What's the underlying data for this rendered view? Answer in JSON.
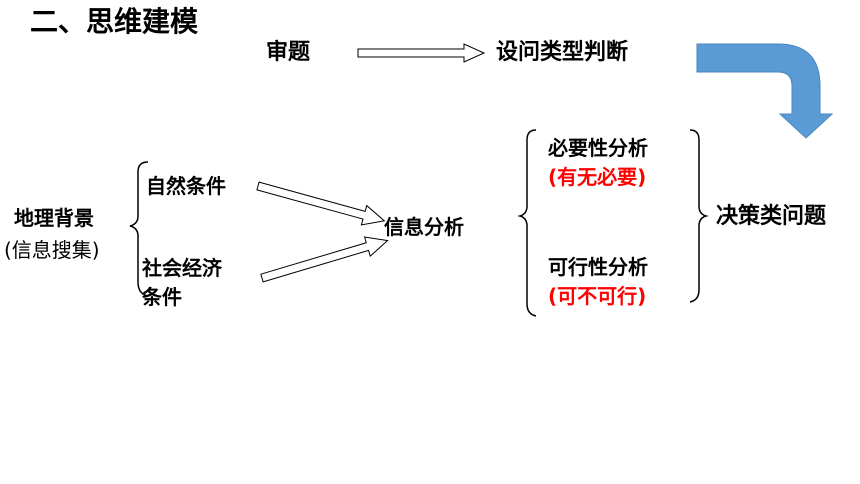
{
  "title": "二、思维建模",
  "step1": "审题",
  "step2": "设问类型判断",
  "background": {
    "label": "地理背景",
    "sub": "(信息搜集)",
    "natural": "自然条件",
    "social_line1": "社会经济",
    "social_line2": "条件"
  },
  "analysis": "信息分析",
  "necessity": {
    "label": "必要性分析",
    "note": "(有无必要)"
  },
  "feasibility": {
    "label": "可行性分析",
    "note": "(可不可行)"
  },
  "result": "决策类问题",
  "colors": {
    "accent_arrow": "#5b9bd5",
    "accent_text": "#ff0000"
  }
}
